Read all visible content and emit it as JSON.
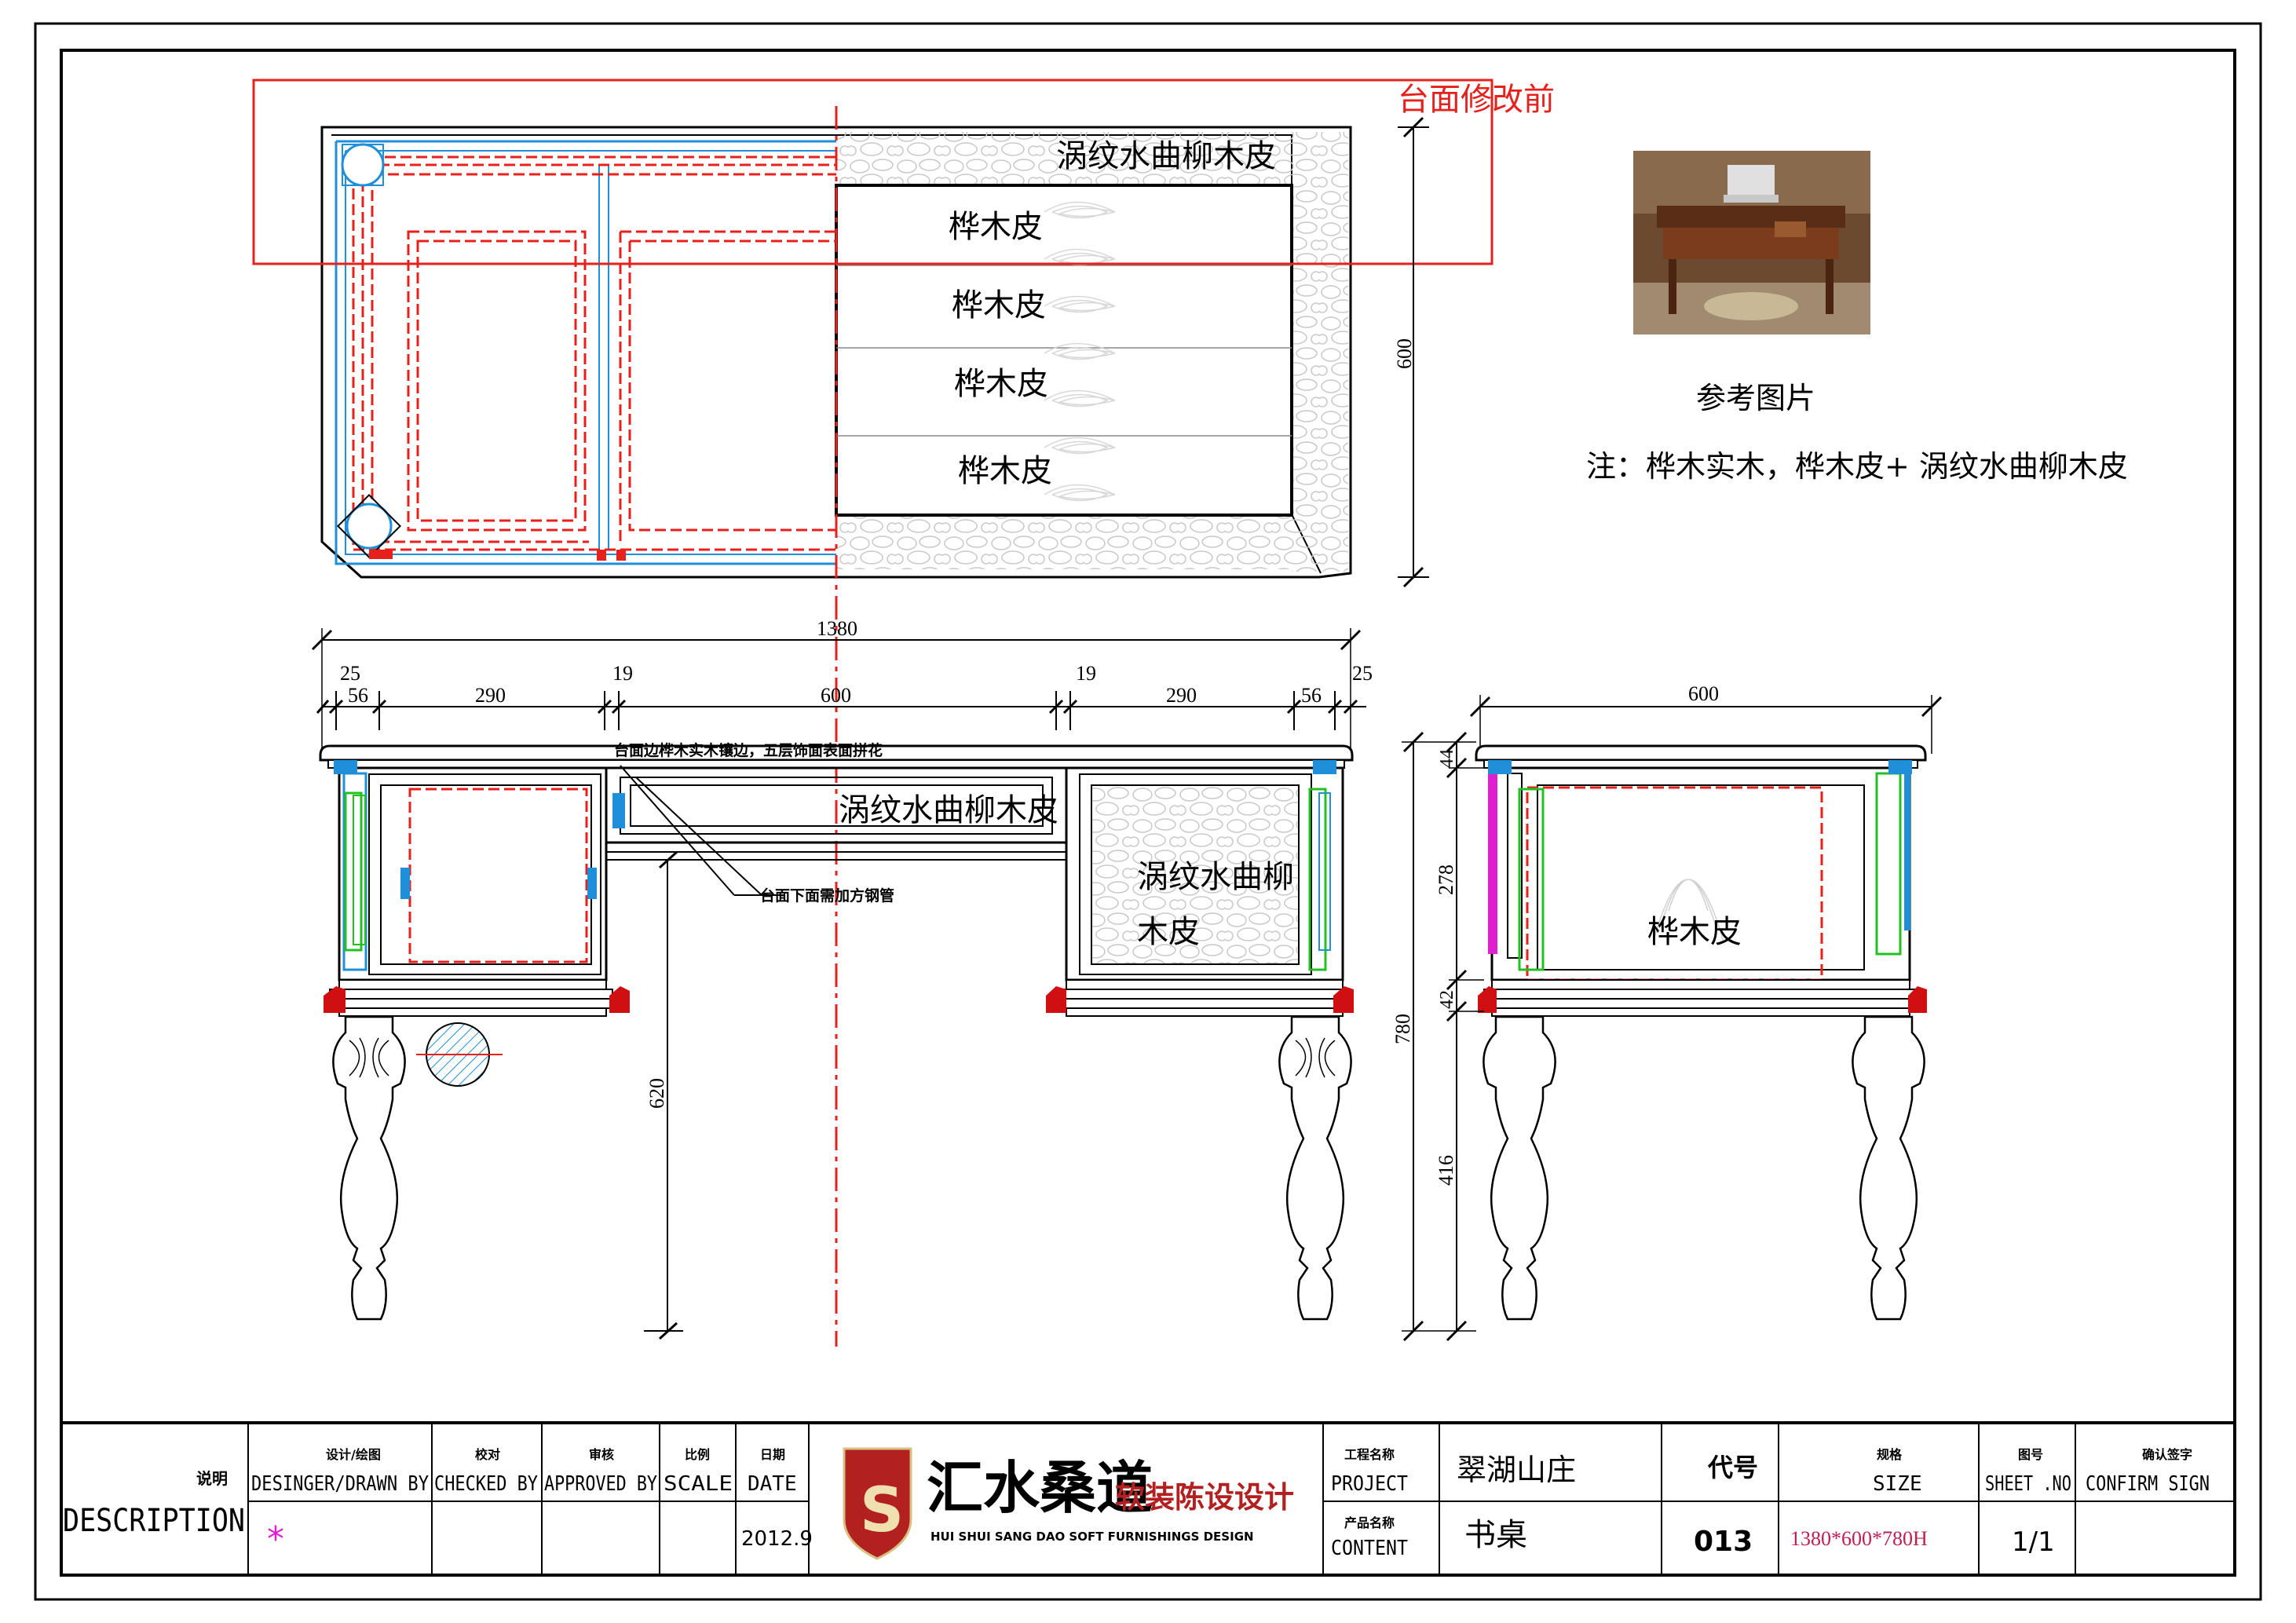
{
  "drawing": {
    "revision_note": "台面修改前",
    "top_view": {
      "label_top_strip": "涡纹水曲柳木皮",
      "drawer_labels": [
        "桦木皮",
        "桦木皮",
        "桦木皮",
        "桦木皮"
      ],
      "depth_dim": "600"
    },
    "reference": {
      "caption": "参考图片",
      "note": "注：桦木实木，桦木皮+ 涡纹水曲柳木皮"
    },
    "front_view": {
      "total_width": "1380",
      "dims": [
        "25",
        "56",
        "290",
        "19",
        "600",
        "19",
        "290",
        "56",
        "25"
      ],
      "annotation_top": "台面边桦木实木镶边，五层饰面表面拼花",
      "annotation_steel": "台面下面需加方钢管",
      "drawer_label": "涡纹水曲柳木皮",
      "right_panel_label_1": "涡纹水曲柳",
      "right_panel_label_2": "木皮",
      "knee_height": "620"
    },
    "side_view": {
      "width": "600",
      "panel_label": "桦木皮",
      "height_total": "780",
      "h_top": "44",
      "h_apron": "278",
      "h_rail": "42",
      "h_leg": "416"
    }
  },
  "title_block": {
    "description_cn": "说明",
    "description_en": "DESCRIPTION",
    "designer_cn": "设计/绘图",
    "designer_en": "DESINGER/DRAWN BY",
    "checked_cn": "校对",
    "checked_en": "CHECKED BY",
    "approved_cn": "审核",
    "approved_en": "APPROVED BY",
    "scale_cn": "比例",
    "scale_en": "SCALE",
    "date_cn": "日期",
    "date_en": "DATE",
    "date_value": "2012.9",
    "designer_mark": "*",
    "company_cn": "汇水桑道",
    "company_sub": "软装陈设设计",
    "company_en": "HUI SHUI SANG DAO SOFT FURNISHINGS DESIGN",
    "logo_letter": "S",
    "project_cn": "工程名称",
    "project_en": "PROJECT",
    "project_value": "翠湖山庄",
    "content_cn": "产品名称",
    "content_en": "CONTENT",
    "content_value": "书桌",
    "code_label": "代号",
    "code_value": "013",
    "size_cn": "规格",
    "size_en": "SIZE",
    "size_value": "1380*600*780H",
    "sheet_cn": "图号",
    "sheet_en": "SHEET .NO",
    "sheet_value": "1/1",
    "confirm_cn": "确认签字",
    "confirm_en": "CONFIRM SIGN"
  },
  "colors": {
    "red": "#e8201c",
    "blue": "#1e8fd8",
    "green": "#22c022",
    "magenta": "#e020d0",
    "logo_red": "#b22020",
    "size_text": "#c02050"
  }
}
